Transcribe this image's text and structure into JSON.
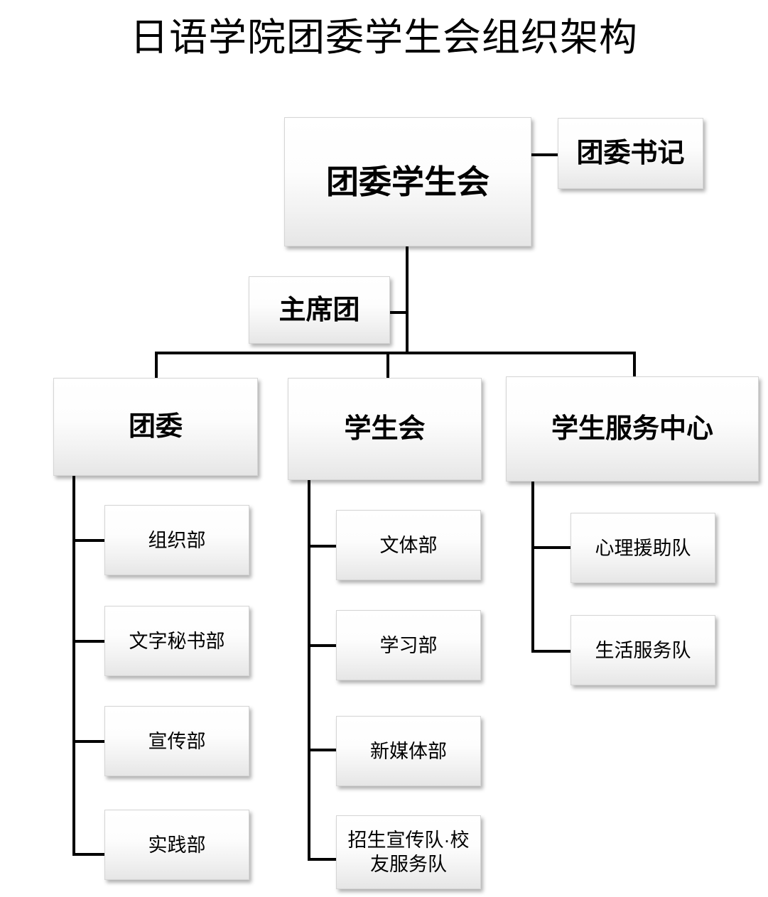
{
  "title": "日语学院团委学生会组织架构",
  "colors": {
    "line": "#000000",
    "box_border": "#d5d5d5",
    "box_fill_top": "#ffffff",
    "box_fill_bottom": "#e6e6e6",
    "text": "#000000",
    "background": "#ffffff"
  },
  "nodes": {
    "root": "团委学生会",
    "secretary": "团委书记",
    "presidium": "主席团",
    "branch_1": "团委",
    "branch_2": "学生会",
    "branch_3": "学生服务中心"
  },
  "branches": [
    {
      "name": "团委",
      "children": [
        "组织部",
        "文字秘书部",
        "宣传部",
        "实践部"
      ]
    },
    {
      "name": "学生会",
      "children": [
        "文体部",
        "学习部",
        "新媒体部",
        "招生宣传队·校友服务队"
      ]
    },
    {
      "name": "学生服务中心",
      "children": [
        "心理援助队",
        "生活服务队"
      ]
    }
  ],
  "leaves": {
    "tw_1": "组织部",
    "tw_2": "文字秘书部",
    "tw_3": "宣传部",
    "tw_4": "实践部",
    "xsh_1": "文体部",
    "xsh_2": "学习部",
    "xsh_3": "新媒体部",
    "xsh_4": "招生宣传队·校\n友服务队",
    "xsc_1": "心理援助队",
    "xsc_2": "生活服务队"
  }
}
